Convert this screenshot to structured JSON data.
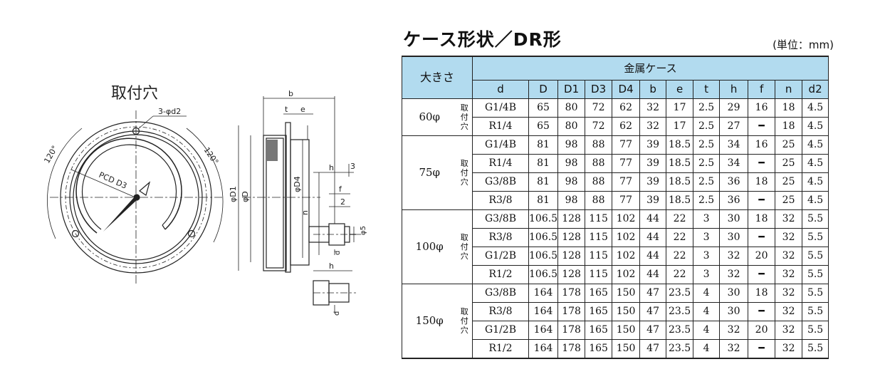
{
  "drawing": {
    "hole_title": "取付穴",
    "labels": {
      "holes": "3-φd2",
      "pcd": "PCD D3",
      "angle_left": "120°",
      "angle_right": "120°",
      "b": "b",
      "t": "t",
      "e": "e",
      "h": "h",
      "h2": "h",
      "three": "3",
      "f": "f",
      "two": "2",
      "n": "n",
      "phi5": "φ5",
      "d": "d",
      "d_lower": "d",
      "phiD1": "φD1",
      "phiD": "φD",
      "phiD4": "φD4"
    }
  },
  "title": "ケース形状／DR形",
  "unit": "(単位：mm)",
  "table": {
    "size_header": "大きさ",
    "group_header": "金属ケース",
    "columns": [
      "d",
      "D",
      "D1",
      "D3",
      "D4",
      "b",
      "e",
      "t",
      "h",
      "f",
      "n",
      "d2"
    ],
    "mount_label": [
      "取",
      "付",
      "穴"
    ],
    "groups": [
      {
        "size": "60φ",
        "rows": [
          [
            "G1/4B",
            "65",
            "80",
            "72",
            "62",
            "32",
            "17",
            "2.5",
            "29",
            "16",
            "18",
            "4.5"
          ],
          [
            "R1/4",
            "65",
            "80",
            "72",
            "62",
            "32",
            "17",
            "2.5",
            "27",
            "━",
            "18",
            "4.5"
          ]
        ]
      },
      {
        "size": "75φ",
        "rows": [
          [
            "G1/4B",
            "81",
            "98",
            "88",
            "77",
            "39",
            "18.5",
            "2.5",
            "34",
            "16",
            "25",
            "4.5"
          ],
          [
            "R1/4",
            "81",
            "98",
            "88",
            "77",
            "39",
            "18.5",
            "2.5",
            "34",
            "━",
            "25",
            "4.5"
          ],
          [
            "G3/8B",
            "81",
            "98",
            "88",
            "77",
            "39",
            "18.5",
            "2.5",
            "36",
            "18",
            "25",
            "4.5"
          ],
          [
            "R3/8",
            "81",
            "98",
            "88",
            "77",
            "39",
            "18.5",
            "2.5",
            "36",
            "━",
            "25",
            "4.5"
          ]
        ]
      },
      {
        "size": "100φ",
        "rows": [
          [
            "G3/8B",
            "106.5",
            "128",
            "115",
            "102",
            "44",
            "22",
            "3",
            "30",
            "18",
            "32",
            "5.5"
          ],
          [
            "R3/8",
            "106.5",
            "128",
            "115",
            "102",
            "44",
            "22",
            "3",
            "30",
            "━",
            "32",
            "5.5"
          ],
          [
            "G1/2B",
            "106.5",
            "128",
            "115",
            "102",
            "44",
            "22",
            "3",
            "32",
            "20",
            "32",
            "5.5"
          ],
          [
            "R1/2",
            "106.5",
            "128",
            "115",
            "102",
            "44",
            "22",
            "3",
            "32",
            "━",
            "32",
            "5.5"
          ]
        ]
      },
      {
        "size": "150φ",
        "rows": [
          [
            "G3/8B",
            "164",
            "178",
            "165",
            "150",
            "47",
            "23.5",
            "4",
            "30",
            "18",
            "32",
            "5.5"
          ],
          [
            "R3/8",
            "164",
            "178",
            "165",
            "150",
            "47",
            "23.5",
            "4",
            "30",
            "━",
            "32",
            "5.5"
          ],
          [
            "G1/2B",
            "164",
            "178",
            "165",
            "150",
            "47",
            "23.5",
            "4",
            "32",
            "20",
            "32",
            "5.5"
          ],
          [
            "R1/2",
            "164",
            "178",
            "165",
            "150",
            "47",
            "23.5",
            "4",
            "32",
            "━",
            "32",
            "5.5"
          ]
        ]
      }
    ]
  }
}
